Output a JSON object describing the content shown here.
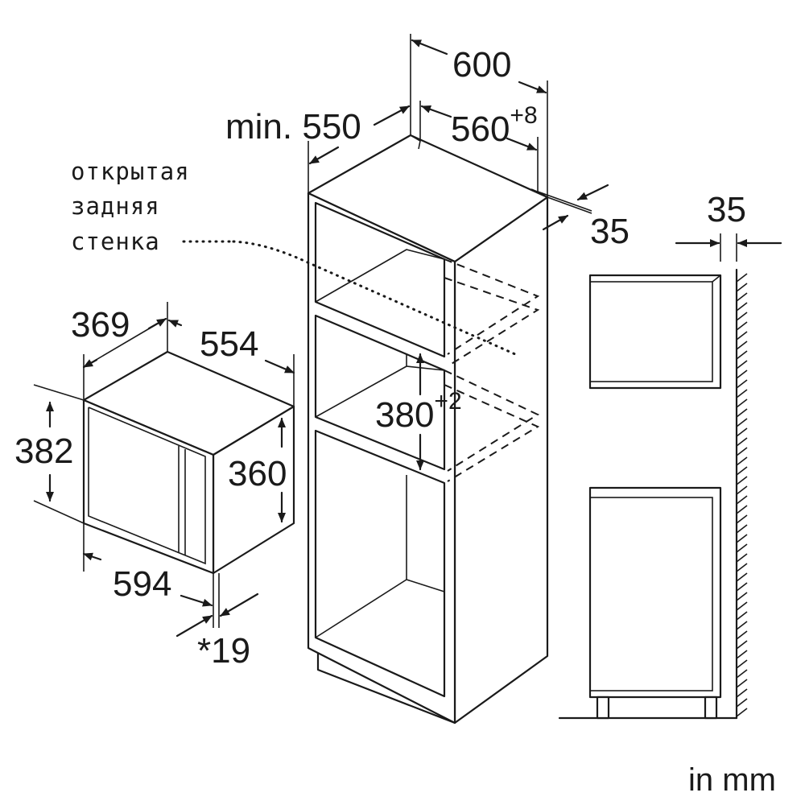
{
  "labels": {
    "back_open": [
      "открытая",
      "задняя",
      "стенка"
    ],
    "unit": "in mm"
  },
  "dimensions": {
    "cab_outer_width": "600",
    "cab_min_depth": "min. 550",
    "niche_width": "560",
    "niche_width_tol": "+8",
    "rear_gap": "35",
    "niche_height": "380",
    "niche_height_tol": "+2",
    "side_gap": "35",
    "mw_depth": "369",
    "mw_body_width": "554",
    "mw_height_total": "382",
    "mw_height_body": "360",
    "mw_front_width": "594",
    "mw_front_protrusion": "*19"
  }
}
